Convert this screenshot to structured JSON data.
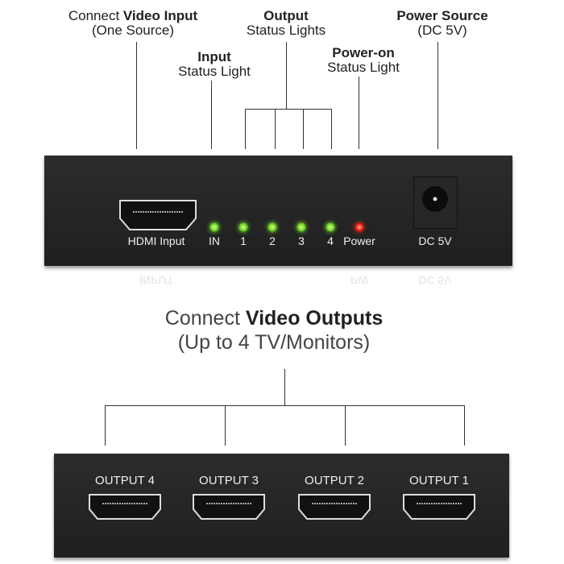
{
  "callouts": {
    "video_input": {
      "prefix": "Connect ",
      "bold": "Video Input",
      "line2": "(One Source)"
    },
    "input_light": {
      "bold": "Input",
      "line2": "Status Light"
    },
    "output_lights": {
      "bold": "Output",
      "line2": "Status Lights"
    },
    "power_on": {
      "bold": "Power-on",
      "line2": "Status Light"
    },
    "power_source": {
      "bold": "Power Source",
      "line2": "(DC 5V)"
    }
  },
  "front_panel": {
    "hdmi_label": "HDMI Input",
    "leds": [
      {
        "label": "IN",
        "color": "green"
      },
      {
        "label": "1",
        "color": "green"
      },
      {
        "label": "2",
        "color": "green"
      },
      {
        "label": "3",
        "color": "green"
      },
      {
        "label": "4",
        "color": "green"
      },
      {
        "label": "Power",
        "color": "red"
      }
    ],
    "dc_label": "DC 5V",
    "reflection": {
      "input": "INPUT",
      "pw": "PW",
      "dc": "DC 5V"
    }
  },
  "outputs_heading": {
    "prefix": "Connect ",
    "bold": "Video Outputs",
    "line2": "(Up to 4 TV/Monitors)"
  },
  "back_panel": {
    "ports": [
      "OUTPUT 4",
      "OUTPUT 3",
      "OUTPUT 2",
      "OUTPUT 1"
    ]
  }
}
